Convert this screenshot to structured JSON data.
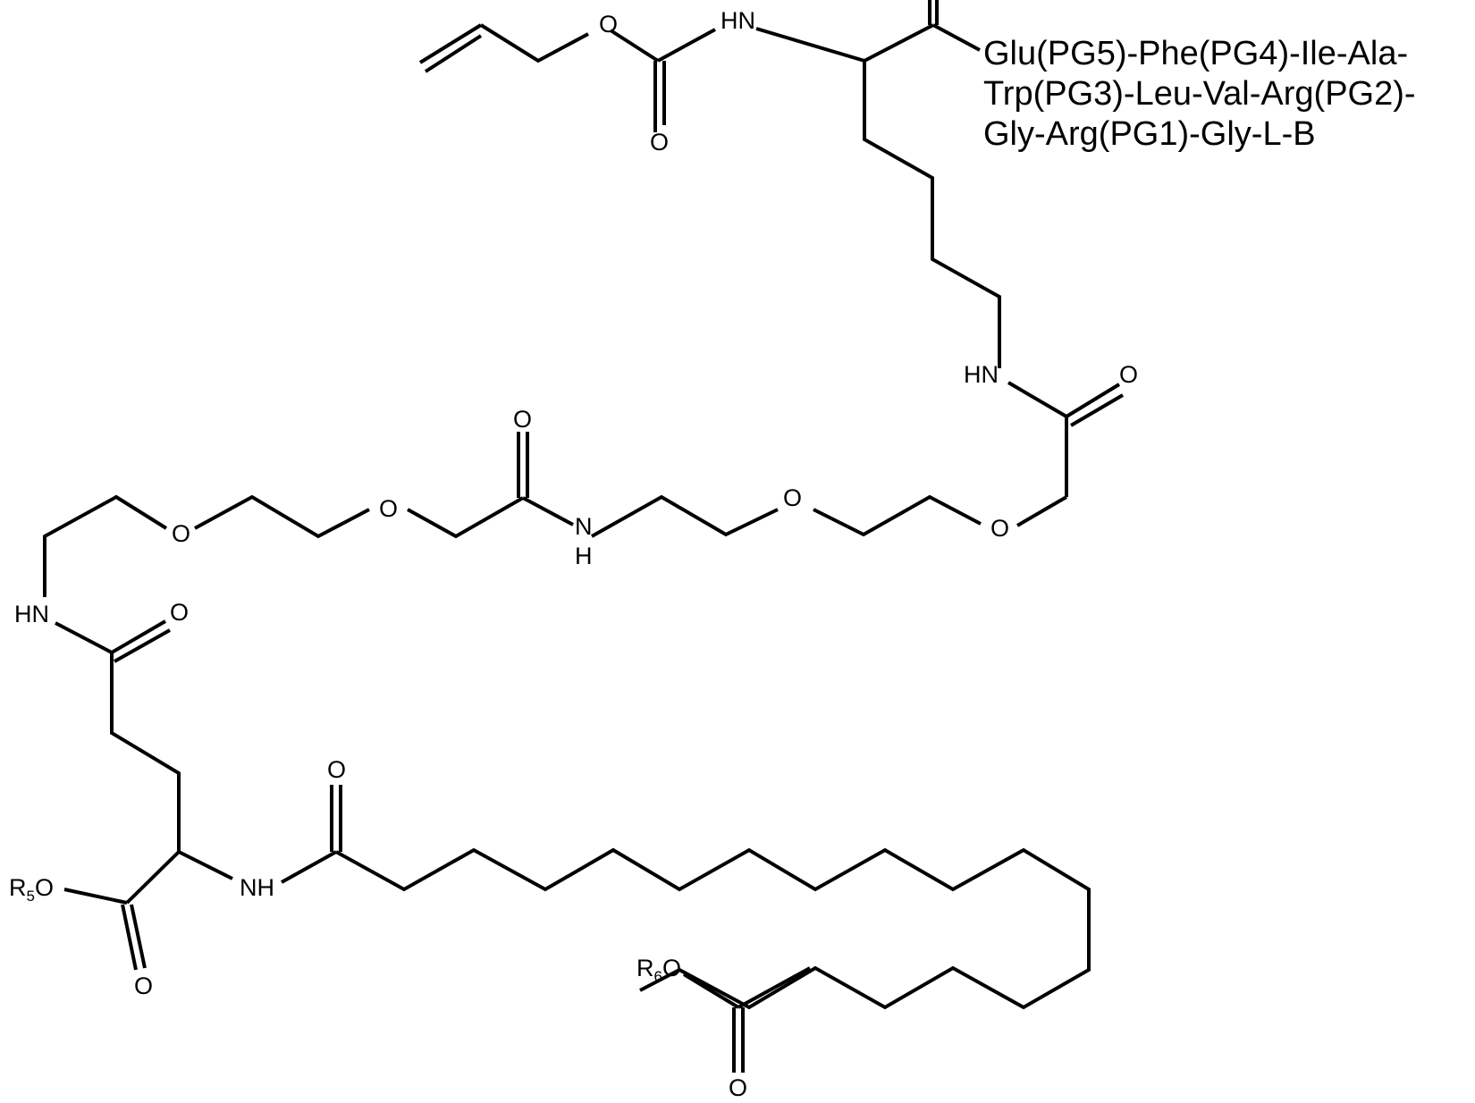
{
  "figure": {
    "type": "chemical-structure",
    "peptide_sequence": {
      "line1": "Glu(PG5)-Phe(PG4)-Ile-Ala-",
      "line2": "Trp(PG3)-Leu-Val-Arg(PG2)-",
      "line3": "Gly-Arg(PG1)-Gly-L-B"
    },
    "atom_labels": {
      "alloc_ester_o": "O",
      "carbamate_co_o": "O",
      "carbamate_nh": "HN",
      "lys_eps_nh": "HN",
      "lys_eps_amide_o": "O",
      "peg2_ether_o1": "O",
      "peg2_ether_o2": "O",
      "peg1_amide_n": "N",
      "peg1_amide_h": "H",
      "peg1_amide_o": "O",
      "peg1_ether_o1": "O",
      "peg1_ether_o2": "O",
      "glu_gamma_nh": "HN",
      "glu_gamma_amide_o": "O",
      "glu_alpha_nh": "NH",
      "fatty_acyl_o": "O",
      "r5_ester": {
        "main": "R",
        "sub": "5",
        "o": "O"
      },
      "glu_alpha_carbonyl_o": "O",
      "r6_ester": {
        "main": "R",
        "sub": "6",
        "o": "O"
      },
      "terminal_carbonyl_o": "O"
    },
    "colors": {
      "ink": "#000000",
      "background": "#ffffff"
    }
  }
}
